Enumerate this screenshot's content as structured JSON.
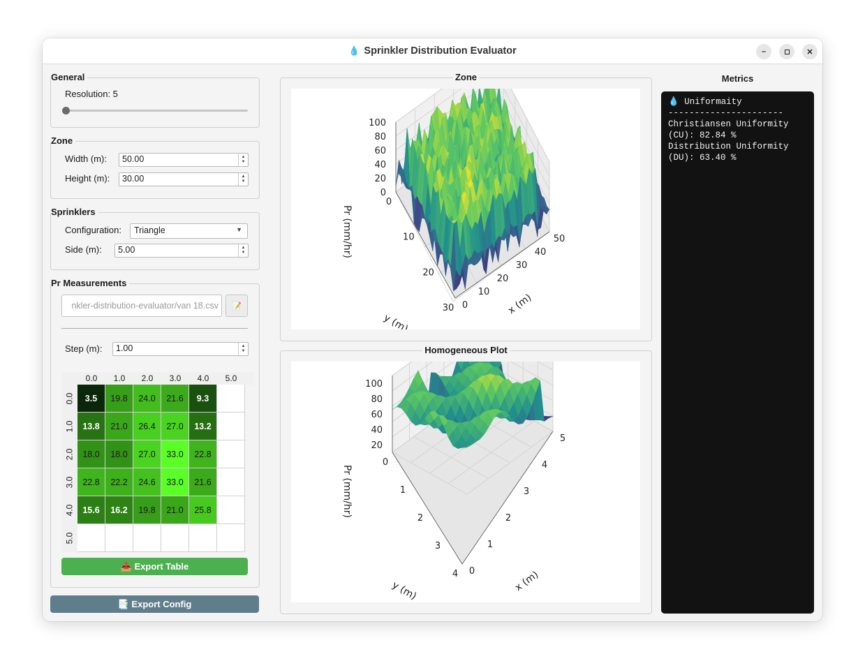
{
  "window": {
    "title": "Sprinkler Distribution Evaluator",
    "title_icon": "water-drop-icon",
    "controls": [
      "minimize-icon",
      "maximize-icon",
      "close-icon"
    ]
  },
  "general": {
    "title": "General",
    "resolution_label": "Resolution: 5",
    "resolution_slider_fraction": 0.0
  },
  "zone": {
    "title": "Zone",
    "width_label": "Width (m):",
    "width_value": "50.00",
    "height_label": "Height (m):",
    "height_value": "30.00"
  },
  "sprinklers": {
    "title": "Sprinklers",
    "config_label": "Configuration:",
    "config_value": "Triangle",
    "side_label": "Side (m):",
    "side_value": "5.00"
  },
  "pr": {
    "title": "Pr Measurements",
    "file_value": "nkler-distribution-evaluator/van 18.csv",
    "file_button_icon": "edit-icon",
    "step_label": "Step (m):",
    "step_value": "1.00",
    "col_headers": [
      "0.0",
      "1.0",
      "2.0",
      "3.0",
      "4.0",
      "5.0"
    ],
    "row_headers": [
      "0.0",
      "1.0",
      "2.0",
      "3.0",
      "4.0",
      "5.0"
    ],
    "rows": [
      [
        "3.5",
        "19.8",
        "24.0",
        "21.6",
        "9.3",
        ""
      ],
      [
        "13.8",
        "21.0",
        "26.4",
        "27.0",
        "13.2",
        ""
      ],
      [
        "18.0",
        "18.0",
        "27.0",
        "33.0",
        "22.8",
        ""
      ],
      [
        "22.8",
        "22.2",
        "24.6",
        "33.0",
        "21.6",
        ""
      ],
      [
        "15.6",
        "16.2",
        "19.8",
        "21.0",
        "25.8",
        ""
      ],
      [
        "",
        "",
        "",
        "",
        "",
        ""
      ]
    ],
    "export_table_label": "📤 Export Table"
  },
  "export_config_label": "📑 Export Config",
  "plots": {
    "zone": {
      "title": "Zone",
      "zlabel": "Pr (mm/hr)",
      "xlabel": "x (m)",
      "ylabel": "y (m)",
      "zticks": [
        "0",
        "20",
        "40",
        "60",
        "80",
        "100"
      ],
      "xticks": [
        "0",
        "10",
        "20",
        "30",
        "40",
        "50"
      ],
      "yticks": [
        "0",
        "10",
        "20",
        "30"
      ]
    },
    "homogeneous": {
      "title": "Homogeneous Plot",
      "zlabel": "Pr (mm/hr)",
      "xlabel": "x (m)",
      "ylabel": "y (m)",
      "zticks": [
        "20",
        "40",
        "60",
        "80",
        "100"
      ],
      "xticks": [
        "0",
        "1",
        "2",
        "3",
        "4",
        "5"
      ],
      "yticks": [
        "0",
        "1",
        "2",
        "3",
        "4"
      ]
    }
  },
  "metrics": {
    "title": "Metrics",
    "heading": "💧 Uniformaity",
    "divider": "----------------------",
    "lines": [
      "Christiansen Uniformity",
      "(CU): 82.84 %",
      "Distribution Uniformity",
      "(DU): 63.40 %"
    ]
  }
}
